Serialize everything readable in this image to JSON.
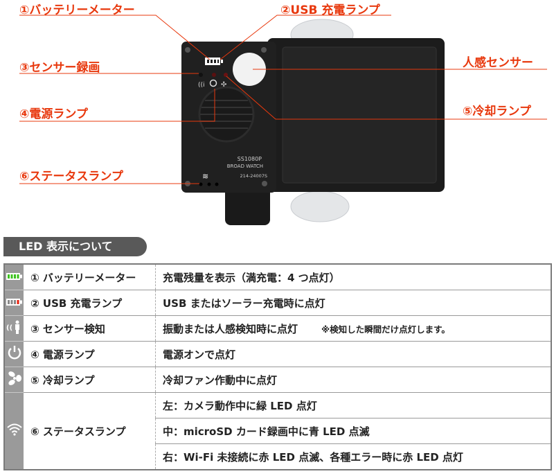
{
  "callouts": {
    "battery": "①バッテリーメーター",
    "usb": "②USB 充電ランプ",
    "sensor": "③センサー録画",
    "pir": "人感センサー",
    "power": "④電源ランプ",
    "cooling": "⑤冷却ランプ",
    "status": "⑥ステータスランプ"
  },
  "device": {
    "model": "SS1080P",
    "brand": "BROAD WATCH",
    "cert": "214-24007S"
  },
  "section_title": "LED 表示について",
  "rows": [
    {
      "icon": "battery-full-icon",
      "name": "①  バッテリーメーター",
      "desc": "充電残量を表示（満充電：4 つ点灯）"
    },
    {
      "icon": "battery-charging-icon",
      "name": "②  USB 充電ランプ",
      "desc": "USB またはソーラー充電時に点灯"
    },
    {
      "icon": "motion-sensor-icon",
      "name": "③  センサー検知",
      "desc": "振動または人感検知時に点灯",
      "note": "※検知した瞬間だけ点灯します。"
    },
    {
      "icon": "power-icon",
      "name": "④  電源ランプ",
      "desc": "電源オンで点灯"
    },
    {
      "icon": "fan-icon",
      "name": "⑤  冷却ランプ",
      "desc": "冷却ファン作動中に点灯"
    },
    {
      "icon": "wifi-icon",
      "name": "⑥  ステータスランプ",
      "descs": [
        "左：カメラ動作中に緑 LED 点灯",
        "中：microSD カード録画中に青 LED 点滅",
        "右：Wi-Fi 未接続に赤 LED 点滅、各種エラー時に赤 LED 点灯"
      ]
    }
  ],
  "colors": {
    "callout": "#e8380d",
    "icon_bg": "#9a9a9a"
  }
}
